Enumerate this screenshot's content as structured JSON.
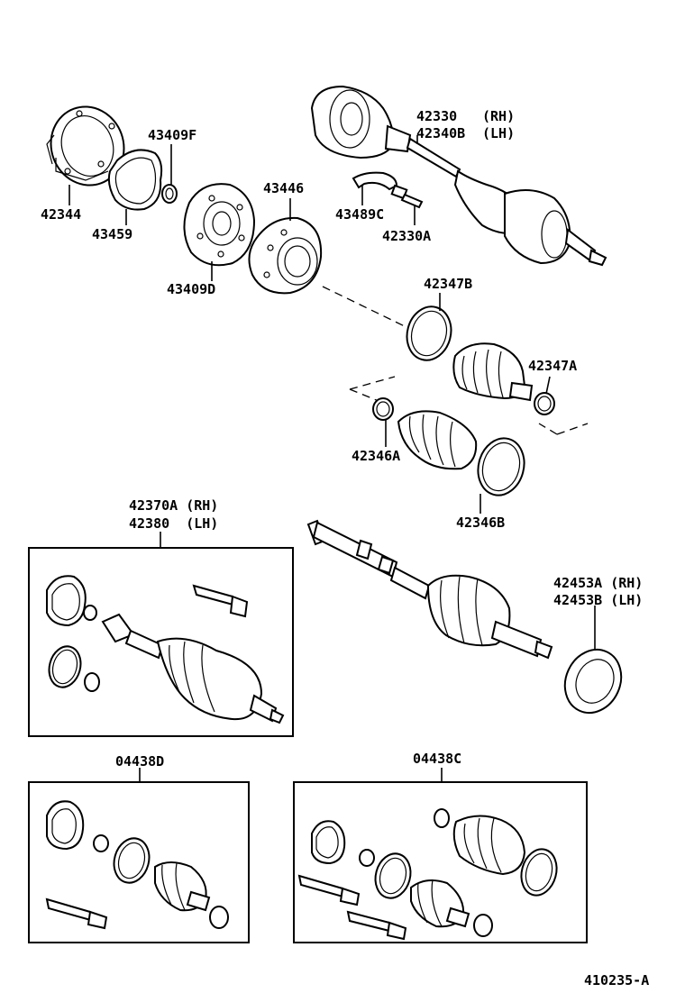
{
  "labels": {
    "p42344": "42344",
    "p43459": "43459",
    "p43409F": "43409F",
    "p43409D": "43409D",
    "p43446": "43446",
    "p42330": "42330",
    "p42330_side": "(RH)",
    "p42340B": "42340B",
    "p42340B_side": "(LH)",
    "p43489C": "43489C",
    "p42330A": "42330A",
    "p42347B": "42347B",
    "p42347A": "42347A",
    "p42346A": "42346A",
    "p42346B": "42346B",
    "p42370A": "42370A (RH)",
    "p42380": "42380  (LH)",
    "p42453A": "42453A (RH)",
    "p42453B": "42453B (LH)",
    "p04438D": "04438D",
    "p04438C": "04438C",
    "figure_code": "410235-A"
  }
}
